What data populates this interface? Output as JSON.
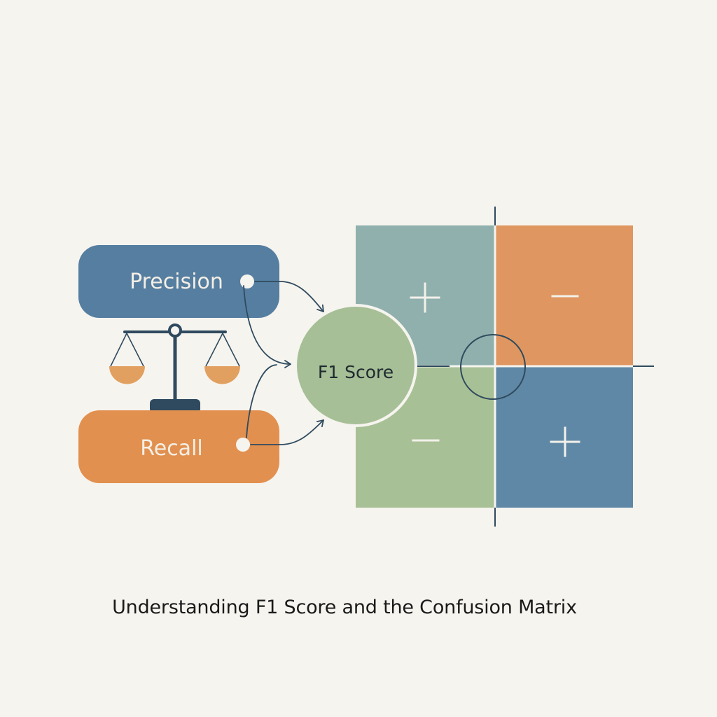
{
  "diagram": {
    "precision_label": "Precision",
    "recall_label": "Recall",
    "f1_label": "F1 Score",
    "matrix": {
      "top_left_sign": "+",
      "top_right_sign": "−",
      "bottom_left_sign": "−",
      "bottom_right_sign": "+"
    },
    "colors": {
      "background": "#f6f4ef",
      "precision_box": "#557ea0",
      "recall_box": "#e2904f",
      "f1_circle": "#a6bf96",
      "matrix_top_left": "#8fb0ad",
      "matrix_top_right": "#df9660",
      "matrix_bottom_left": "#a8c096",
      "matrix_bottom_right": "#5f88a6",
      "ink": "#2f4a5e",
      "scale_pan": "#e2a060"
    }
  },
  "caption": "Understanding F1 Score and the Confusion Matrix"
}
